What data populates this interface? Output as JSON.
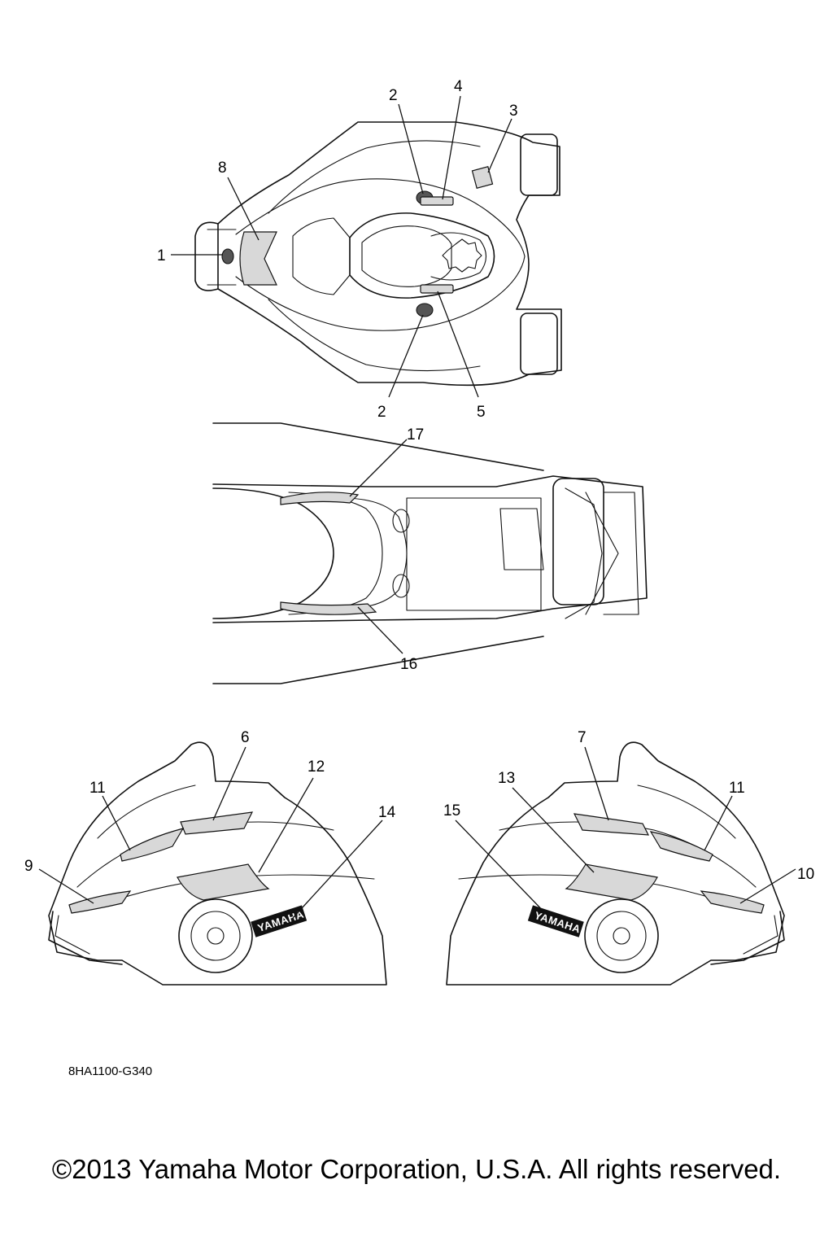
{
  "callouts": {
    "top_view": [
      "1",
      "2",
      "3",
      "4",
      "8",
      "2",
      "5"
    ],
    "seat_view": [
      "17",
      "16"
    ],
    "left_side": [
      "6",
      "11",
      "12",
      "14",
      "9"
    ],
    "right_side": [
      "7",
      "13",
      "11",
      "15",
      "10"
    ]
  },
  "logo_text": "YAMAHA",
  "part_code": "8HA1100-G340",
  "copyright": "©2013 Yamaha Motor Corporation, U.S.A. All rights reserved."
}
